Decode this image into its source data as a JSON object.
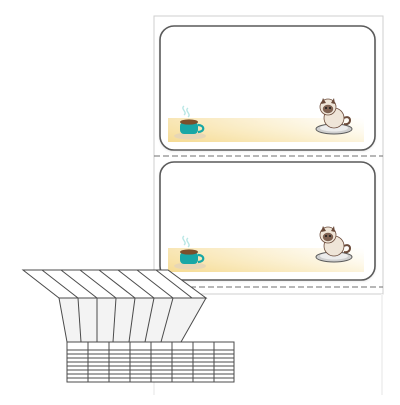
{
  "product": {
    "label_count_visible": 2,
    "labels": [
      {
        "name": "label-1",
        "left_art": "coffee-cup-icon",
        "right_art": "cat-in-bowl-icon",
        "tag_text": ""
      },
      {
        "name": "label-2",
        "left_art": "coffee-cup-icon",
        "right_art": "cat-in-bowl-icon",
        "tag_text": ""
      }
    ]
  },
  "colors": {
    "sheet_border": "#cfcfcf",
    "label_border": "#5a5a5a",
    "perforation": "#6f6f6f",
    "band_start": "#f3d27a",
    "band_end": "#ffffff",
    "cup": "#18a7a6",
    "saucer": "#e7d6b6",
    "cat_body": "#efe5d8",
    "cat_dark": "#6b4b3b",
    "bowl": "#cfcfcf"
  },
  "icons": {
    "coffee": "coffee-cup-icon",
    "cat": "cat-in-bowl-icon",
    "fanfold": "fanfold-stack-icon"
  }
}
